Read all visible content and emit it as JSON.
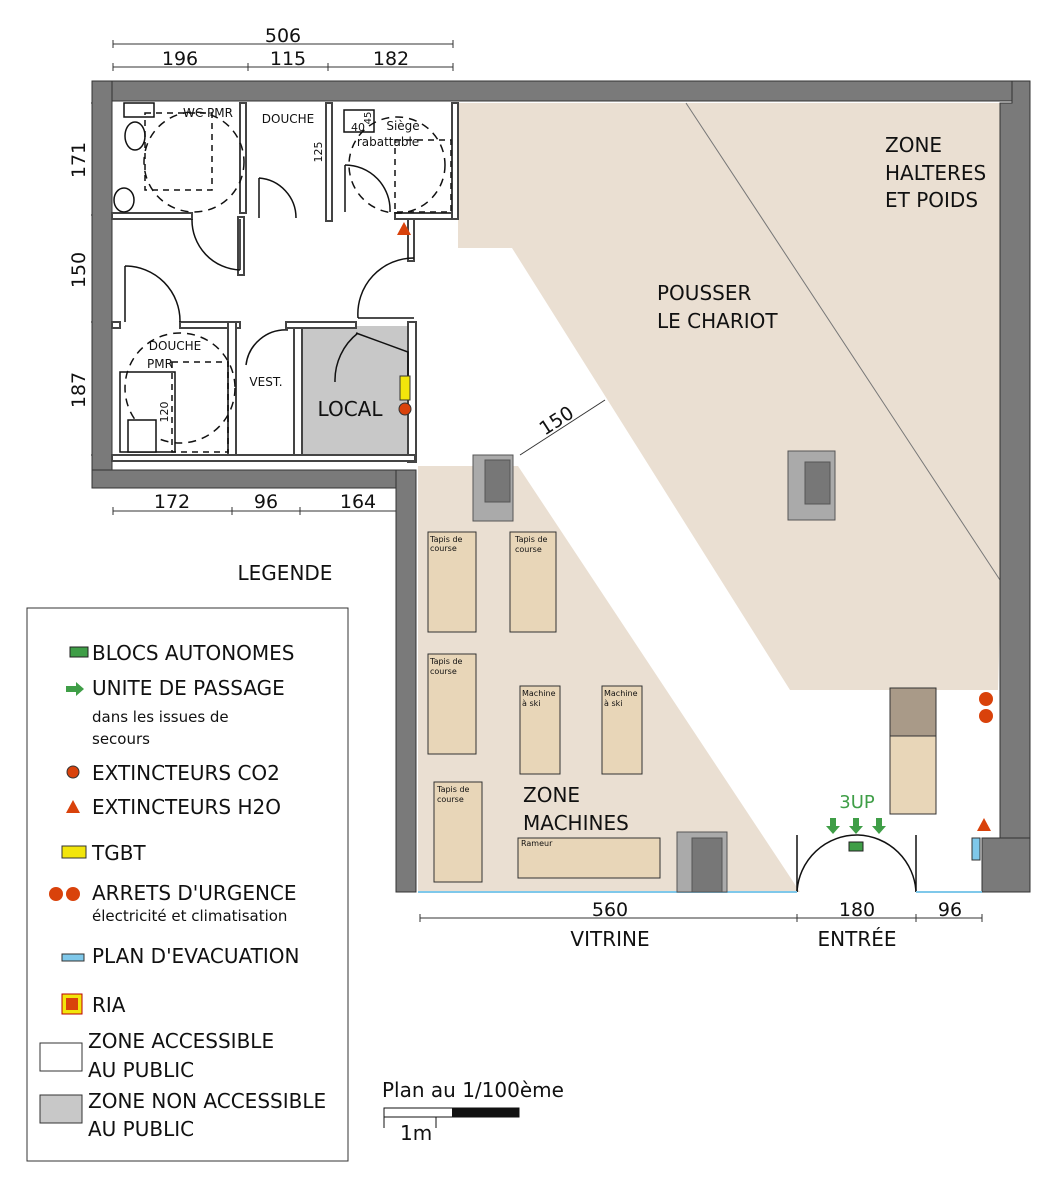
{
  "dimensions": {
    "top_total": "506",
    "top_a": "196",
    "top_b": "115",
    "top_c": "182",
    "left_a": "171",
    "left_b": "150",
    "left_c": "187",
    "mid_a": "172",
    "mid_b": "96",
    "mid_c": "164",
    "diag": "150",
    "shower_h": "125",
    "shower_pmr_h": "120",
    "seat_w": "40",
    "seat_d": "45",
    "bottom_a": "560",
    "bottom_b": "180",
    "bottom_c": "96"
  },
  "rooms": {
    "wc_pmr": "WC PMR",
    "douche": "DOUCHE",
    "siege_1": "Siège",
    "siege_2": "rabattable",
    "douche_pmr_1": "DOUCHE",
    "douche_pmr_2": "PMR",
    "vest": "VEST.",
    "local": "LOCAL"
  },
  "zones": {
    "halteres_1": "ZONE",
    "halteres_2": "HALTERES",
    "halteres_3": "ET POIDS",
    "chariot_1": "POUSSER",
    "chariot_2": "LE CHARIOT",
    "machines_1": "ZONE",
    "machines_2": "MACHINES"
  },
  "equipment": {
    "tapis_1": "Tapis de",
    "tapis_2": "course",
    "ski_1": "Machine",
    "ski_2": "à ski",
    "rameur": "Rameur"
  },
  "labels": {
    "vitrine": "VITRINE",
    "entree": "ENTRÉE",
    "up": "3UP",
    "scale_title": "Plan au 1/100ème",
    "scale_unit": "1m"
  },
  "legend": {
    "title": "LEGENDE",
    "blocs": "BLOCS AUTONOMES",
    "unite": "UNITE DE PASSAGE",
    "unite_sub1": "dans les issues de",
    "unite_sub2": "secours",
    "co2": "EXTINCTEURS CO2",
    "h2o": "EXTINCTEURS H2O",
    "tgbt": "TGBT",
    "arrets": "ARRETS D'URGENCE",
    "arrets_sub": "électricité et climatisation",
    "plan": "PLAN D'EVACUATION",
    "ria": "RIA",
    "public_1": "ZONE ACCESSIBLE",
    "public_2": "AU PUBLIC",
    "private_1": "ZONE NON ACCESSIBLE",
    "private_2": "AU PUBLIC"
  },
  "colors": {
    "wall": "#7a7a7a",
    "zone_fill": "#eadfd2",
    "equipment_fill": "#e8d6b8",
    "local_fill": "#c8c8c8",
    "extinguisher": "#d9420b",
    "emergency_light": "#3f9e47",
    "evacuation_plan": "#7fc8ea",
    "tgbt": "#f2e50b"
  }
}
